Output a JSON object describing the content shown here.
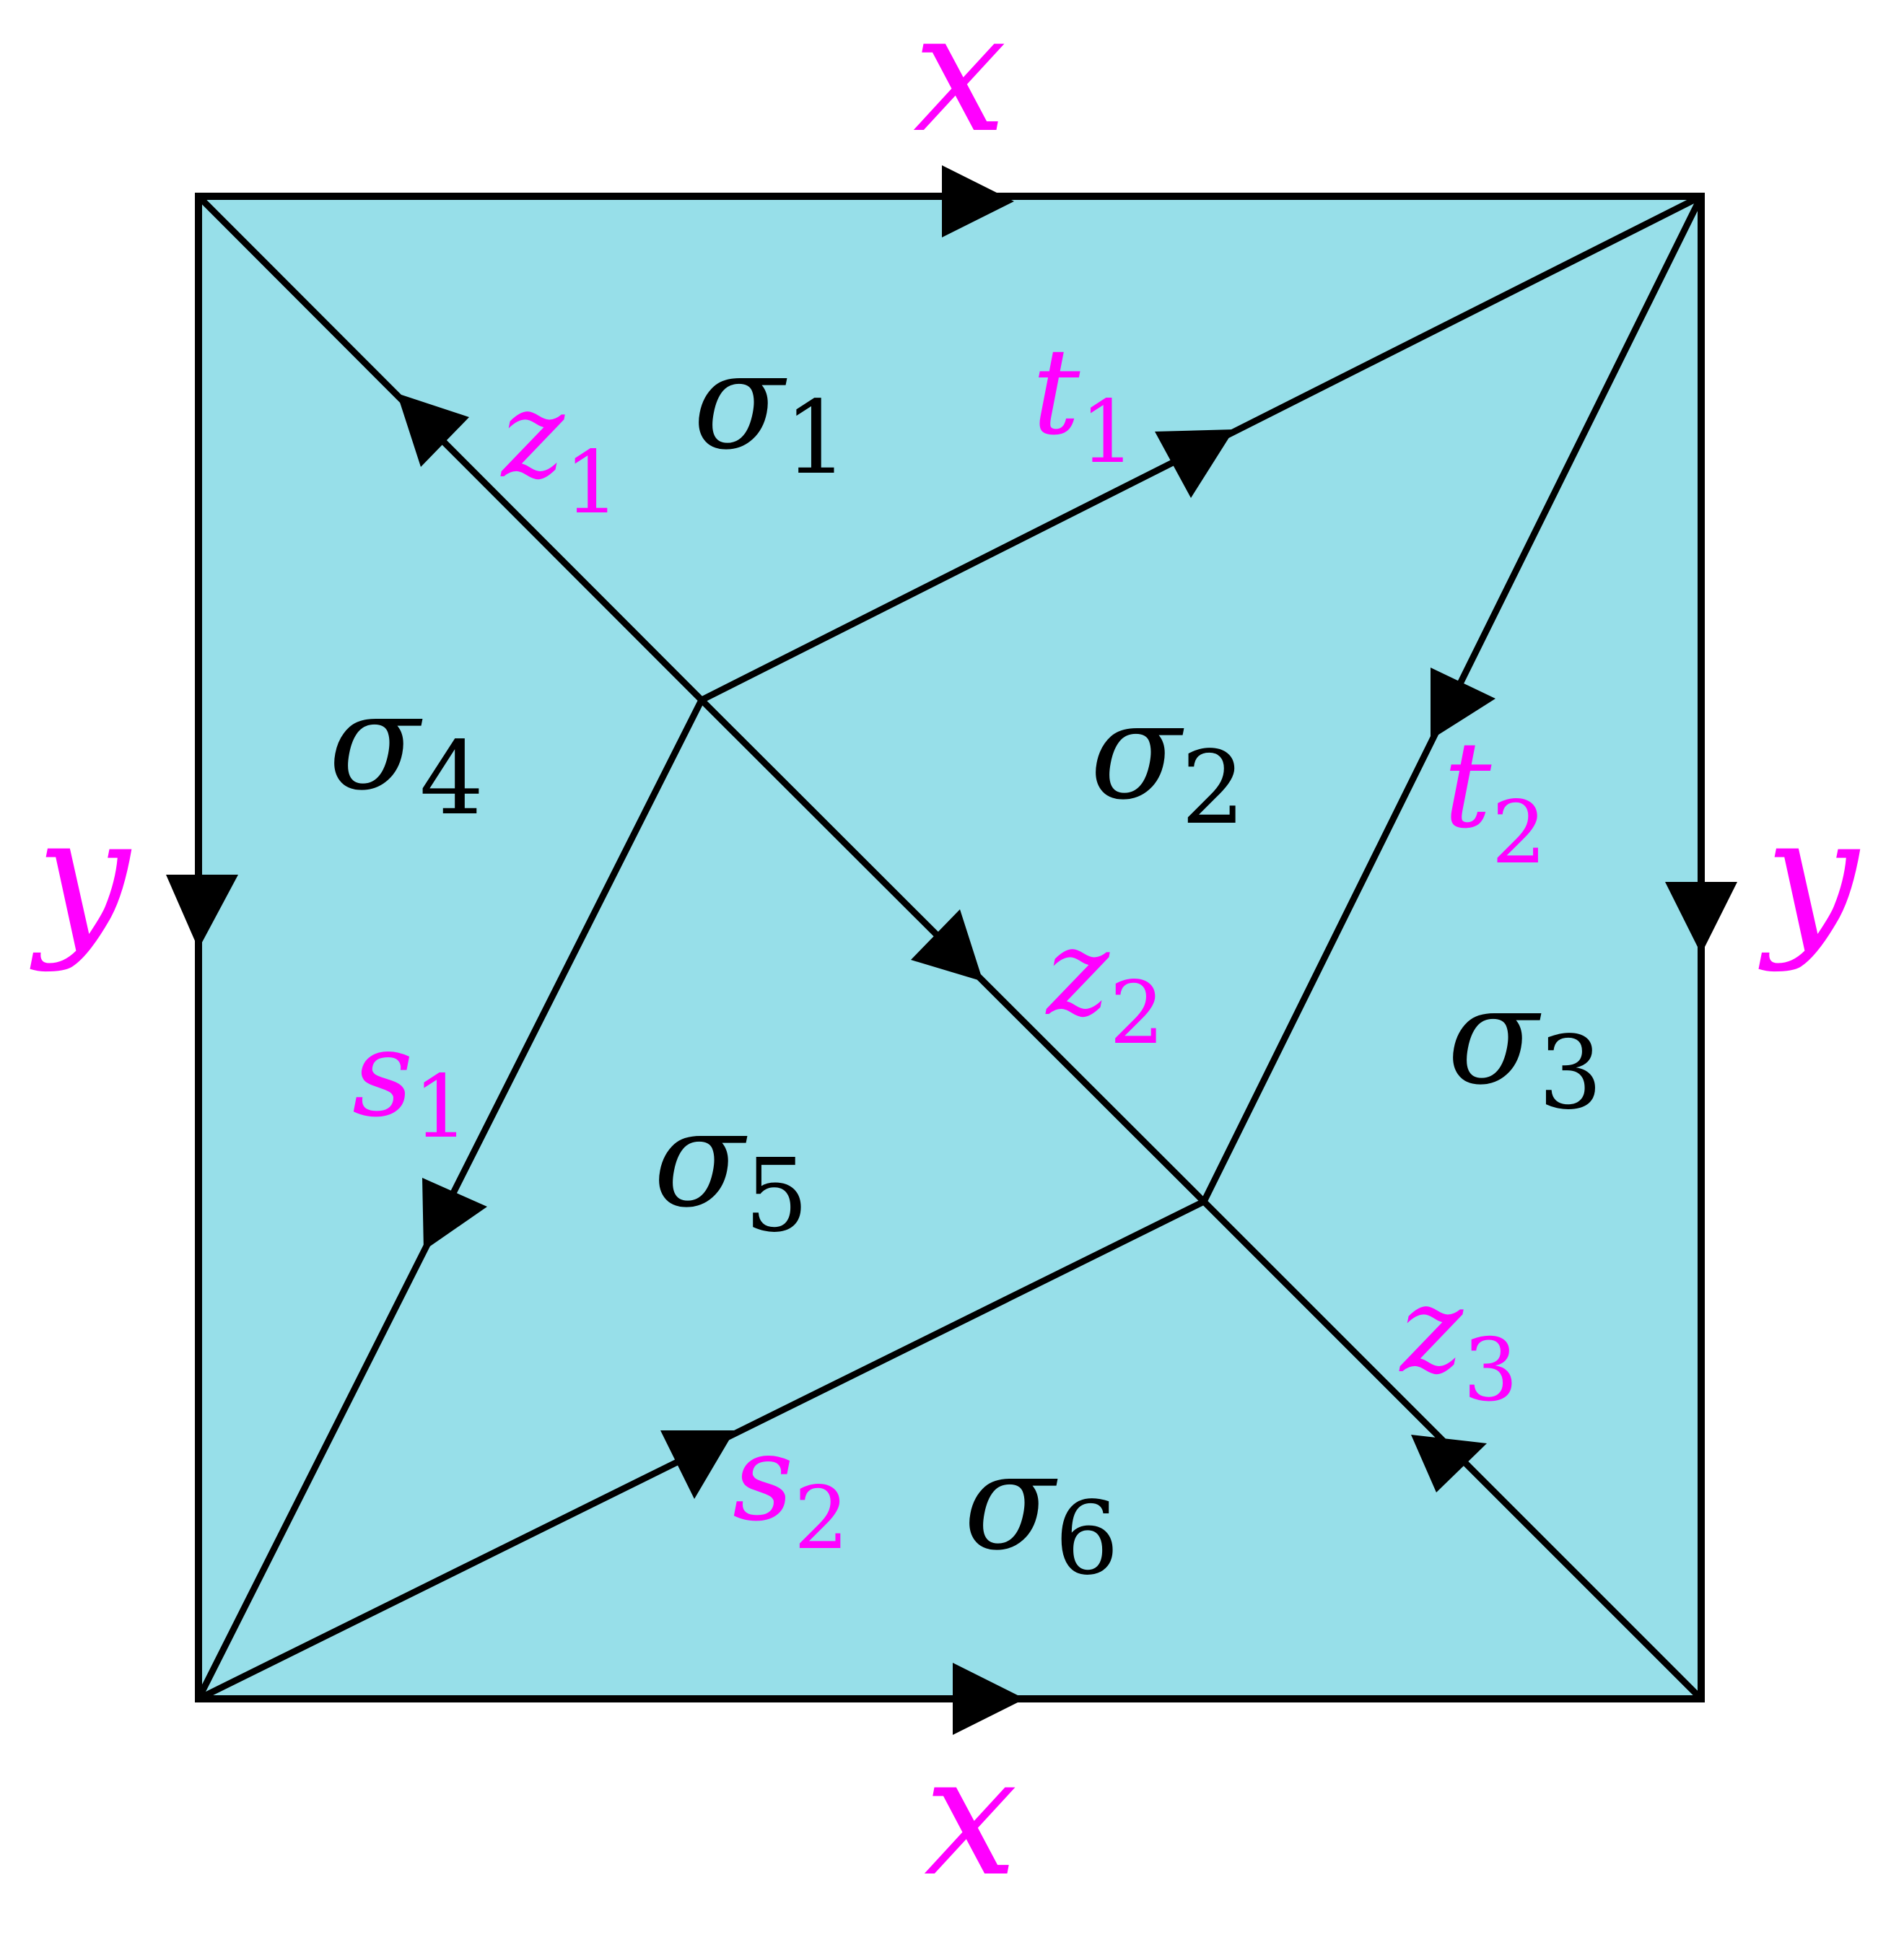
{
  "colors": {
    "fill": "#97DFE9",
    "stroke": "#000000",
    "edge_label": "#FF00FF",
    "face_label": "#000000"
  },
  "boundary_labels": {
    "top": "x",
    "bottom": "x",
    "left": "y",
    "right": "y"
  },
  "edge_labels": {
    "z1": {
      "base": "z",
      "sub": "1"
    },
    "z2": {
      "base": "z",
      "sub": "2"
    },
    "z3": {
      "base": "z",
      "sub": "3"
    },
    "t1": {
      "base": "t",
      "sub": "1"
    },
    "t2": {
      "base": "t",
      "sub": "2"
    },
    "s1": {
      "base": "s",
      "sub": "1"
    },
    "s2": {
      "base": "s",
      "sub": "2"
    }
  },
  "face_labels": {
    "sigma1": {
      "base": "σ",
      "sub": "1"
    },
    "sigma2": {
      "base": "σ",
      "sub": "2"
    },
    "sigma3": {
      "base": "σ",
      "sub": "3"
    },
    "sigma4": {
      "base": "σ",
      "sub": "4"
    },
    "sigma5": {
      "base": "σ",
      "sub": "5"
    },
    "sigma6": {
      "base": "σ",
      "sub": "6"
    }
  }
}
